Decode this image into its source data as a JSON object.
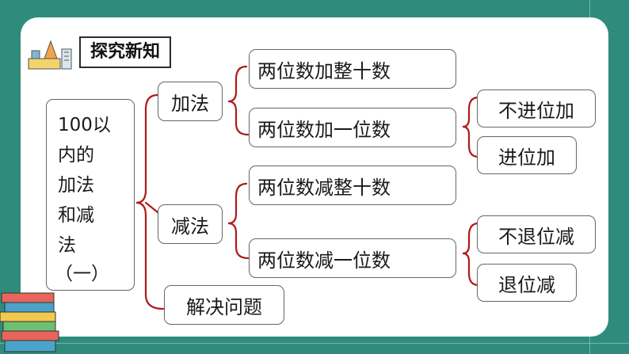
{
  "header": {
    "title": "探究新知"
  },
  "root": {
    "lines": [
      "100以",
      "内的",
      "加法",
      "和减",
      "法",
      "（一）"
    ]
  },
  "branches": {
    "addition": {
      "label": "加法",
      "items": [
        "两位数加整十数",
        "两位数加一位数"
      ],
      "sub": [
        "不进位加",
        "进位加"
      ]
    },
    "subtraction": {
      "label": "减法",
      "items": [
        "两位数减整十数",
        "两位数减一位数"
      ],
      "sub": [
        "不退位减",
        "退位减"
      ]
    },
    "problem": {
      "label": "解决问题"
    }
  },
  "colors": {
    "background": "#2f8c7c",
    "brace": "#b01a1a",
    "box_border": "#666666"
  }
}
